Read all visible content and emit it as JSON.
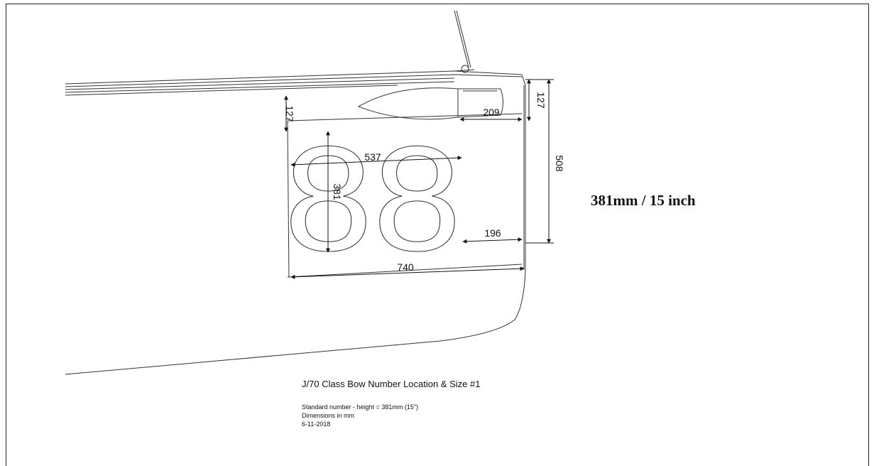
{
  "drawing": {
    "bow_number": "88",
    "callout_size": "381mm / 15 inch",
    "dimensions": {
      "top_offset_left": "127",
      "top_offset_right": "127",
      "number_width": "537",
      "number_height": "381",
      "hatch_length": "209",
      "total_height": "508",
      "aft_gap": "196",
      "panel_length": "740"
    },
    "title_block": {
      "title": "J/70 Class Bow Number Location & Size #1",
      "line1": "Standard number - height = 381mm (15\")",
      "line2": "Dimensions in mm",
      "line3": "6-11-2018"
    }
  }
}
